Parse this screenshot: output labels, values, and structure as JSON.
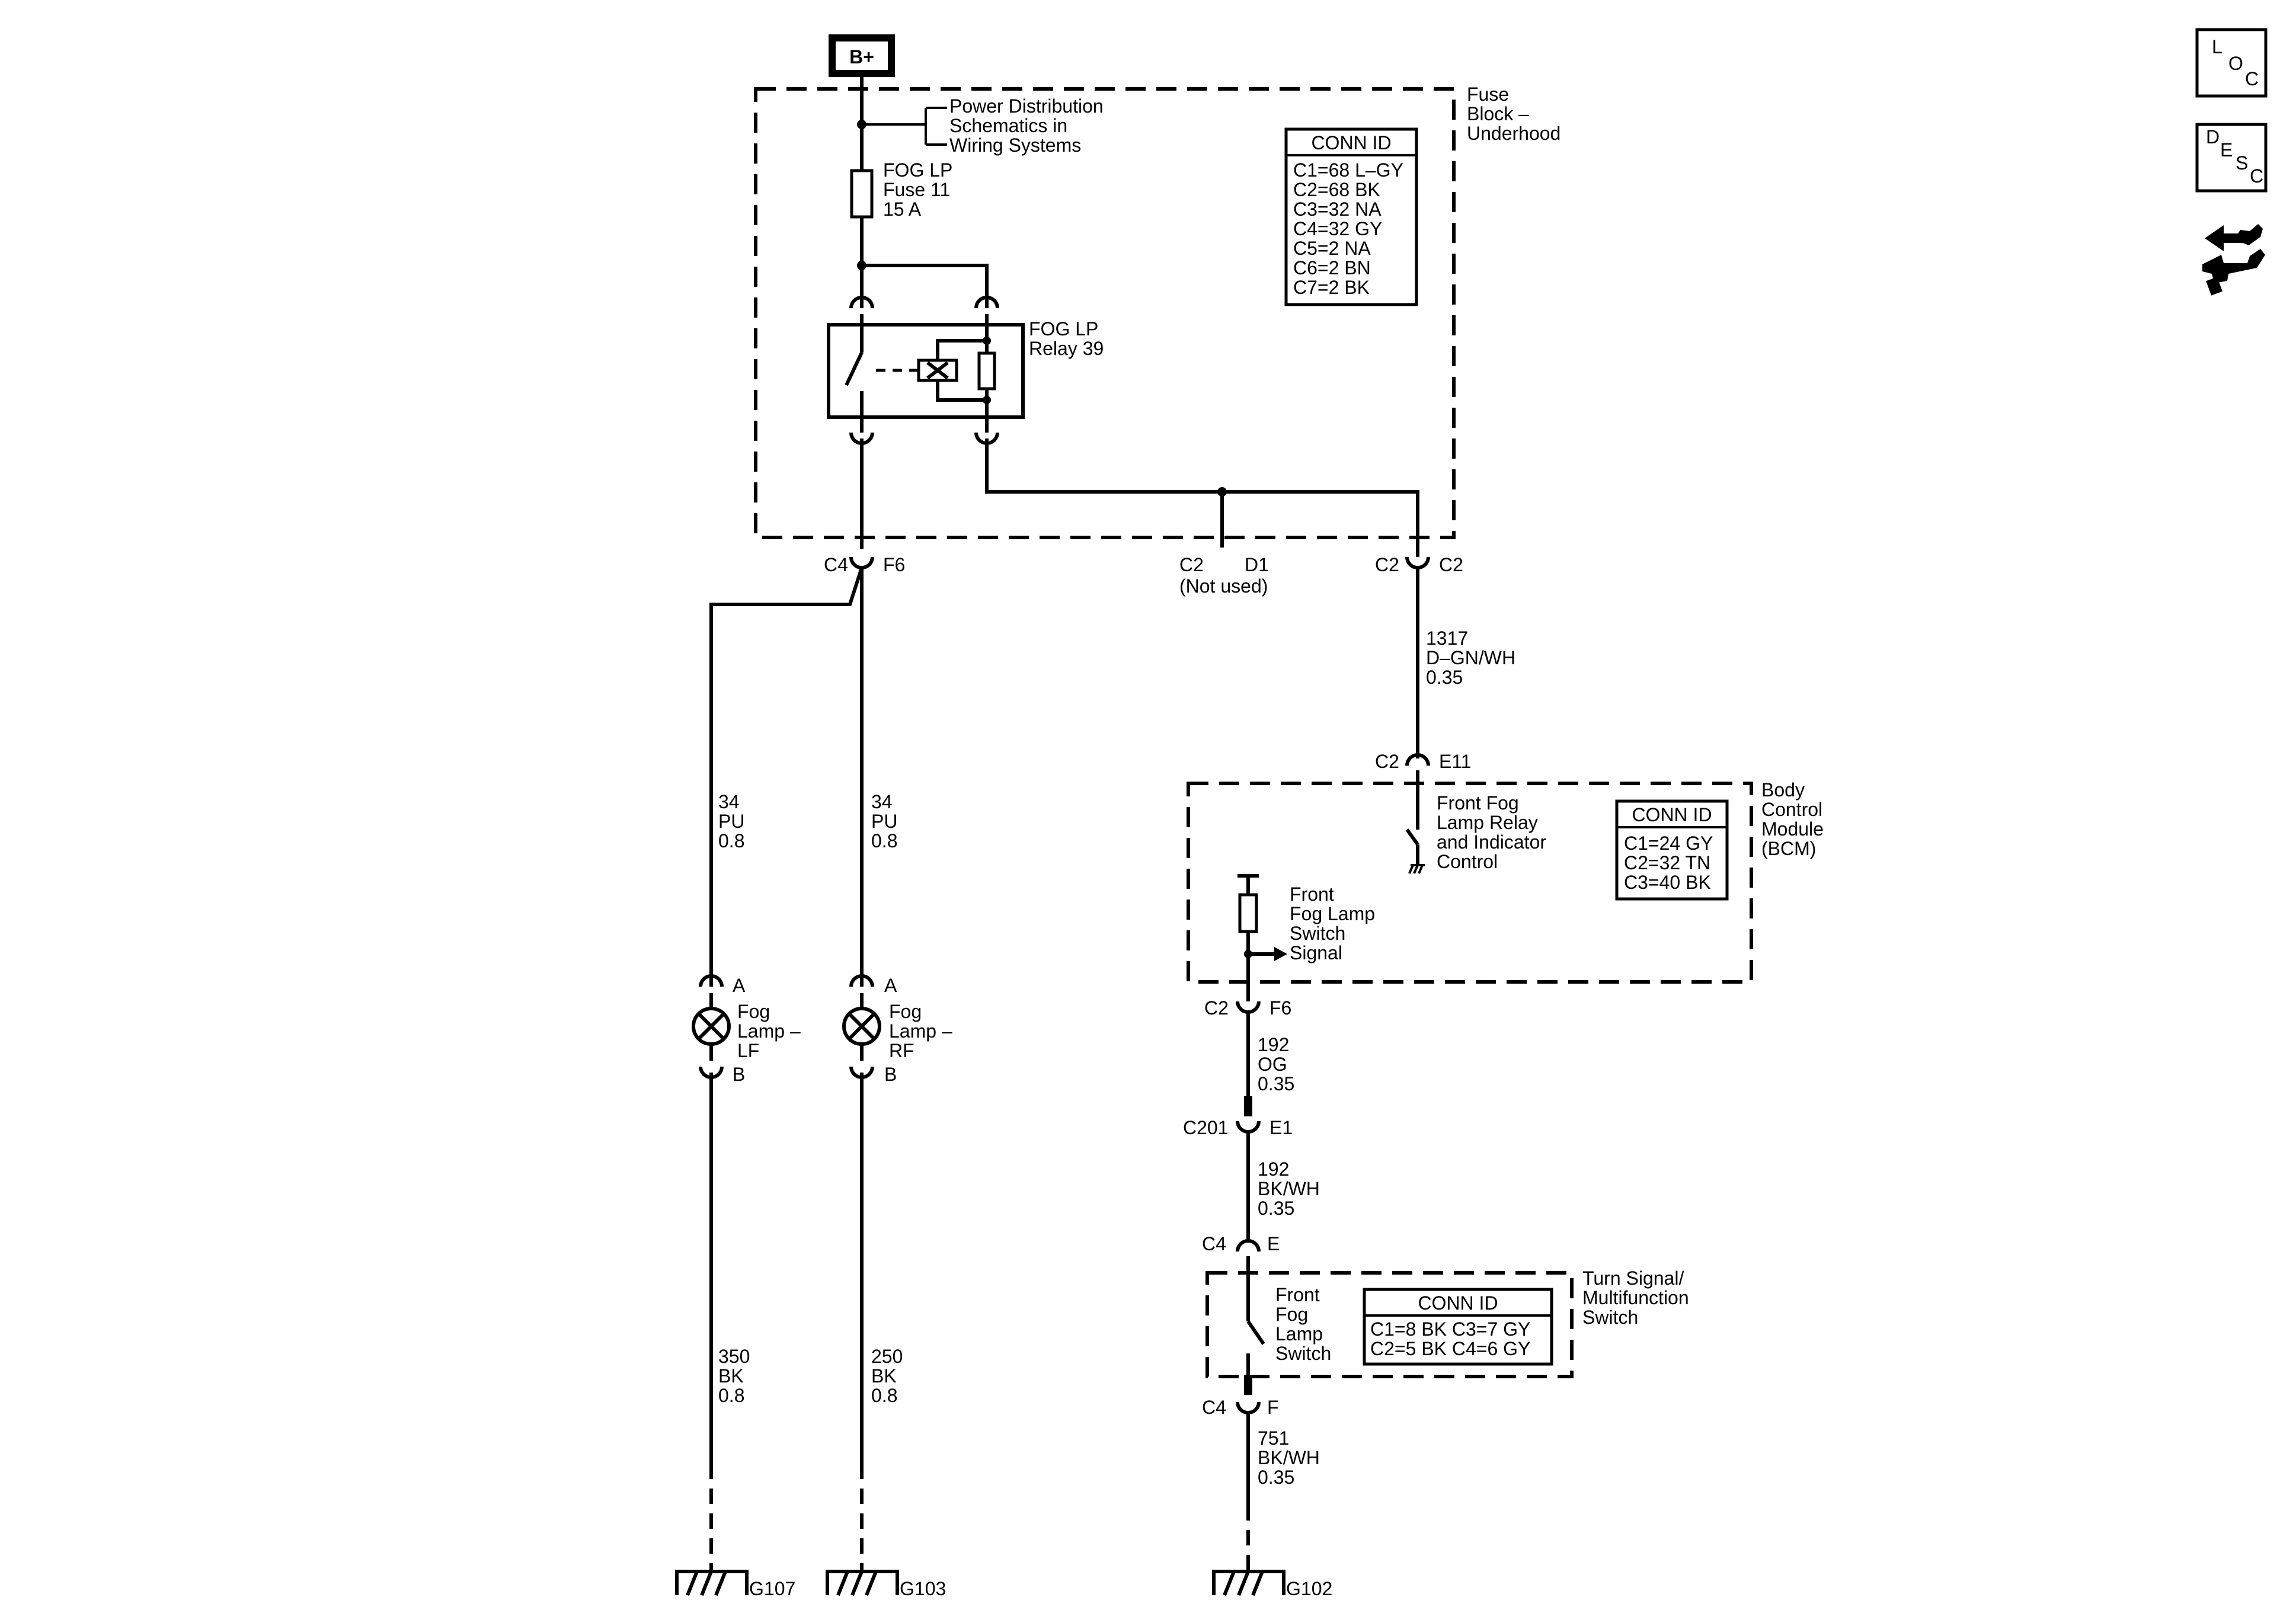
{
  "power": {
    "bplus": "B+"
  },
  "fuse_block": {
    "title_lines": [
      "Fuse",
      "Block –",
      "Underhood"
    ],
    "pds_note": [
      "Power Distribution",
      "Schematics in",
      "Wiring Systems"
    ],
    "fuse_lines": [
      "FOG LP",
      "Fuse 11",
      "15 A"
    ],
    "relay_lines": [
      "FOG LP",
      "Relay 39"
    ],
    "conn_header": "CONN ID",
    "conn_ids": [
      "C1=68 L–GY",
      "C2=68 BK",
      "C3=32 NA",
      "C4=32 GY",
      "C5=2 NA",
      "C6=2 BN",
      "C7=2 BK"
    ]
  },
  "connectors": {
    "c4_f6": {
      "left": "C4",
      "right": "F6"
    },
    "c2_d1": {
      "left": "C2",
      "right": "D1",
      "note": "(Not used)"
    },
    "c2_c2": {
      "left": "C2",
      "right": "C2"
    },
    "c2_e11": {
      "left": "C2",
      "right": "E11"
    },
    "c2_f6": {
      "left": "C2",
      "right": "F6"
    },
    "c201_e1": {
      "left": "C201",
      "right": "E1"
    },
    "c4_e": {
      "left": "C4",
      "right": "E"
    },
    "c4_f": {
      "left": "C4",
      "right": "F"
    }
  },
  "wires": {
    "w1317": [
      "1317",
      "D–GN/WH",
      "0.35"
    ],
    "w34_lf": [
      "34",
      "PU",
      "0.8"
    ],
    "w34_rf": [
      "34",
      "PU",
      "0.8"
    ],
    "w350": [
      "350",
      "BK",
      "0.8"
    ],
    "w250": [
      "250",
      "BK",
      "0.8"
    ],
    "w192_og": [
      "192",
      "OG",
      "0.35"
    ],
    "w192_bkwh": [
      "192",
      "BK/WH",
      "0.35"
    ],
    "w751": [
      "751",
      "BK/WH",
      "0.35"
    ]
  },
  "bcm": {
    "title_lines": [
      "Body",
      "Control",
      "Module",
      "(BCM)"
    ],
    "relay_ctrl_lines": [
      "Front Fog",
      "Lamp Relay",
      "and Indicator",
      "Control"
    ],
    "switch_signal_lines": [
      "Front",
      "Fog Lamp",
      "Switch",
      "Signal"
    ],
    "conn_header": "CONN ID",
    "conn_ids": [
      "C1=24 GY",
      "C2=32 TN",
      "C3=40 BK"
    ]
  },
  "turn_signal": {
    "title_lines": [
      "Turn Signal/",
      "Multifunction",
      "Switch"
    ],
    "switch_lines": [
      "Front",
      "Fog",
      "Lamp",
      "Switch"
    ],
    "conn_header": "CONN ID",
    "conn_ids": [
      "C1=8 BK  C3=7 GY",
      "C2=5 BK  C4=6 GY"
    ]
  },
  "lamps": {
    "lf": {
      "pin_a": "A",
      "pin_b": "B",
      "lines": [
        "Fog",
        "Lamp –",
        "LF"
      ]
    },
    "rf": {
      "pin_a": "A",
      "pin_b": "B",
      "lines": [
        "Fog",
        "Lamp –",
        "RF"
      ]
    }
  },
  "grounds": {
    "g107": "G107",
    "g103": "G103",
    "g102": "G102"
  },
  "side_icons": {
    "loc": {
      "l1": "L",
      "l2": "O",
      "l3": "C"
    },
    "desc": {
      "l1": "D",
      "l2": "E",
      "l3": "S",
      "l4": "C"
    },
    "nav_icon": "hand-arrows-icon"
  }
}
